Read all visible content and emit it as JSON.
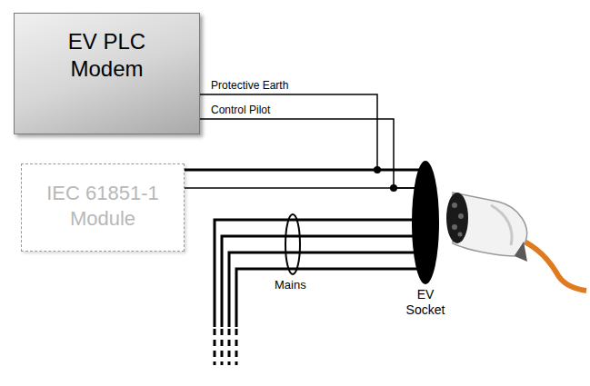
{
  "diagram": {
    "nodes": [
      {
        "text": [
          "EV PLC Modem"
        ]
      },
      {
        "text": [
          "IEC 61851-1 Module"
        ]
      },
      {
        "text": [
          "EV Socket"
        ]
      }
    ],
    "edges": [
      {
        "from": 0,
        "to": 2,
        "arrow": "none",
        "label": "Protective Earth"
      },
      {
        "from": 0,
        "to": 2,
        "arrow": "none",
        "label": "Control Pilot"
      },
      {
        "from": 1,
        "to": 2,
        "arrow": "none"
      },
      {
        "from": 1,
        "to": 2,
        "arrow": "none"
      }
    ],
    "labels": [
      "Mains"
    ]
  }
}
